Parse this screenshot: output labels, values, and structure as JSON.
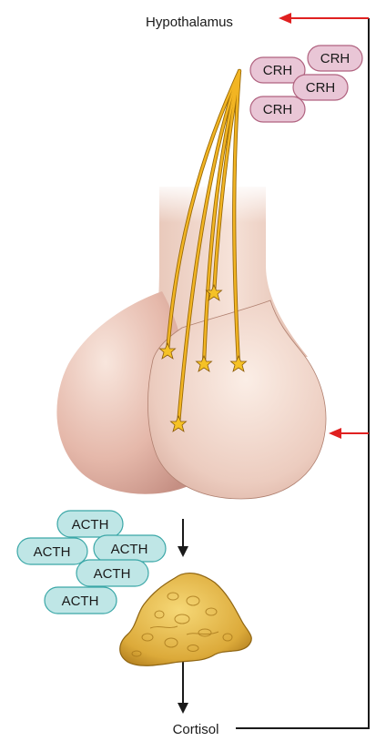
{
  "labels": {
    "top": "Hypothalamus",
    "bottom": "Cortisol"
  },
  "crh": [
    "CRH",
    "CRH",
    "CRH",
    "CRH"
  ],
  "acth": [
    "ACTH",
    "ACTH",
    "ACTH",
    "ACTH",
    "ACTH"
  ],
  "colors": {
    "feedback_line": "#1a1a1a",
    "feedback_arrow": "#e02020",
    "crh_fill": "#e9c6d6",
    "crh_stroke": "#b0627f",
    "acth_fill": "#bfe6e6",
    "acth_stroke": "#3aa7a7",
    "gland_light": "#f3ddd2",
    "gland_dark": "#cf9c8f",
    "neuron": "#e4a51a",
    "adrenal": "#e2b545"
  }
}
